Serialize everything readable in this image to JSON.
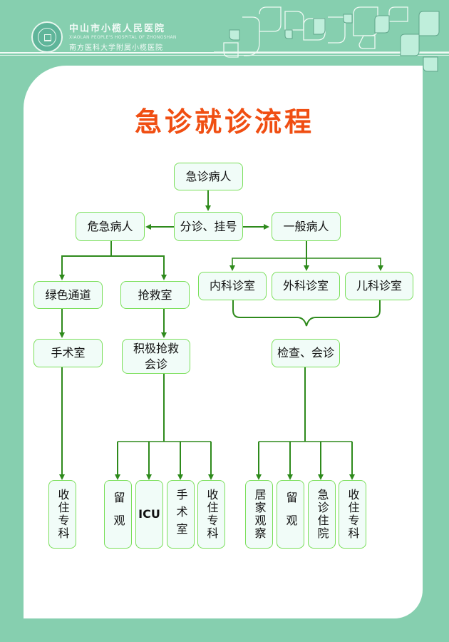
{
  "header": {
    "hospital_name": "中山市小榄人民医院",
    "hospital_name_en": "XIAOLAN PEOPLE'S HOSPITAL OF ZHONGSHAN",
    "affiliation": "南方医科大学附属小榄医院",
    "logo_icon": "hospital-emblem-icon"
  },
  "title": "急诊就诊流程",
  "colors": {
    "background": "#86cfaf",
    "title": "#f04e12",
    "node_border": "#7adf5a",
    "node_fill": "#f1fcf8",
    "connector": "#2e8a1c"
  },
  "flow": {
    "start": "急诊病人",
    "triage": "分诊、挂号",
    "critical": "危急病人",
    "general": "一般病人",
    "green_channel": "绿色通道",
    "rescue_room": "抢救室",
    "operating_room": "手术室",
    "active_rescue": "积极抢救会诊",
    "internal_clinic": "内科诊室",
    "surgical_clinic": "外科诊室",
    "pediatric_clinic": "儿科诊室",
    "exam_consult": "检查、会诊",
    "outcomes_green": [
      "收住专科"
    ],
    "outcomes_rescue": [
      "留观",
      "ICU",
      "手术室",
      "收住专科"
    ],
    "outcomes_general": [
      "居家观察",
      "留观",
      "急诊住院",
      "收住专科"
    ]
  }
}
